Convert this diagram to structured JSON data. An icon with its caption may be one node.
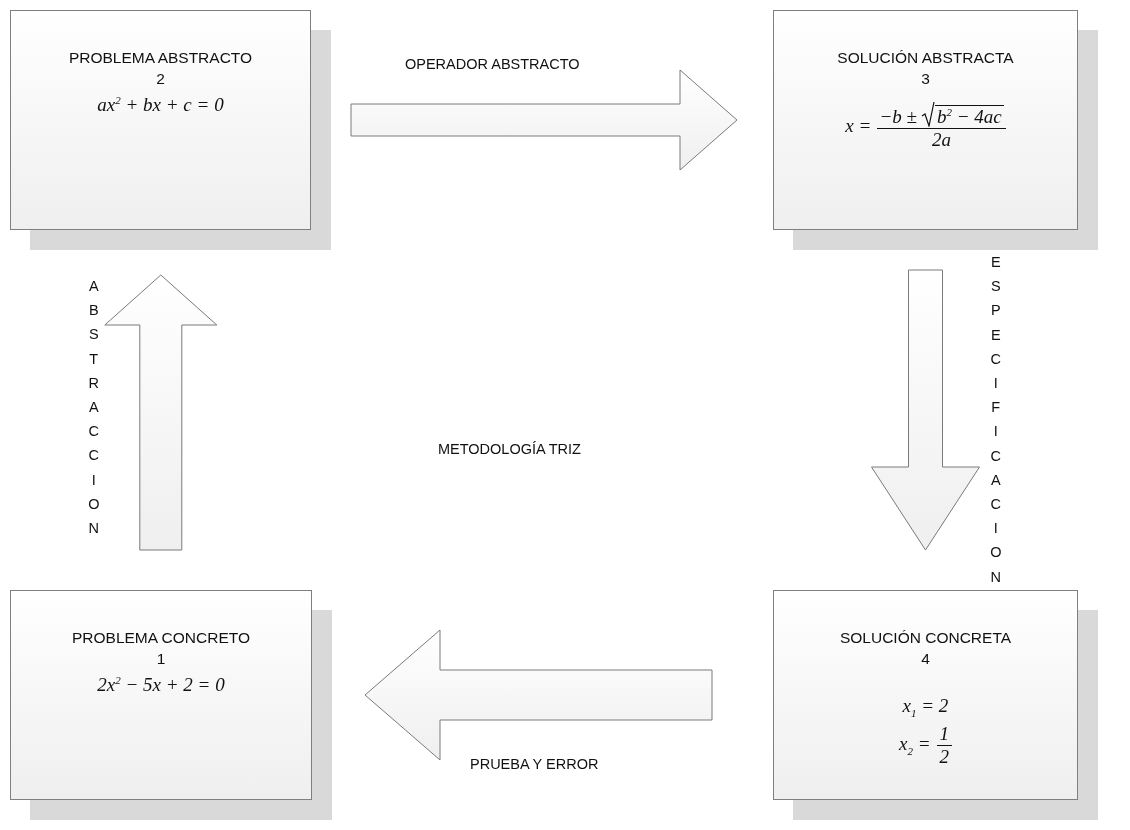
{
  "diagram": {
    "nodes": [
      {
        "text": [
          "PROBLEMA ABSTRACTO",
          "2",
          "ax$^{2}$ + bx + c = 0"
        ]
      },
      {
        "text": [
          "SOLUCIÓN ABSTRACTA",
          "3",
          "x =",
          "−b ±",
          "b$^{2}$ − 4ac",
          "2a"
        ]
      },
      {
        "text": [
          "PROBLEMA CONCRETO",
          "1",
          "2x$^{2}$ − 5x + 2 = 0"
        ]
      },
      {
        "text": [
          "SOLUCIÓN CONCRETA",
          "4",
          "x$_{1}$ = 2",
          "x$_{2}$ =",
          "1",
          "2"
        ]
      }
    ],
    "edges": [
      {
        "from": 2,
        "to": 0,
        "arrow": "to",
        "label": "ABSTRACCION"
      },
      {
        "from": 0,
        "to": 1,
        "arrow": "to",
        "label": "OPERADOR ABSTRACTO"
      },
      {
        "from": 1,
        "to": 3,
        "arrow": "to",
        "label": "ESPECIFICACION"
      },
      {
        "from": 3,
        "to": 2,
        "arrow": "to",
        "label": "PRUEBA Y ERROR"
      }
    ],
    "labels": [
      "METODOLOGÍA TRIZ"
    ]
  }
}
